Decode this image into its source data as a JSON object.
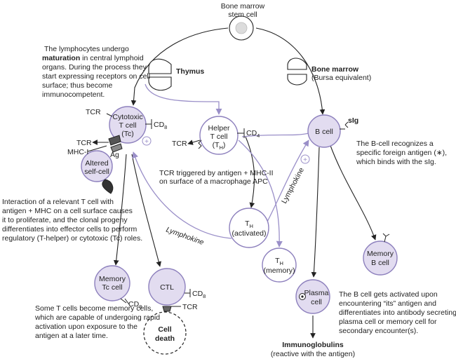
{
  "colors": {
    "cell_fill": "#e2dcf0",
    "cell_stroke": "#8d80bd",
    "line_dark": "#222222",
    "line_purple": "#9a8fc8",
    "stem_fill": "#dcdcdc"
  },
  "labels": {
    "bone_marrow_stem_1": "Bone marrow",
    "bone_marrow_stem_2": "stem cell",
    "thymus": "Thymus",
    "bone_marrow_bold": "Bone marrow",
    "bursa": "(Bursa equivalent)",
    "maturation_1": "The lymphocytes undergo",
    "maturation_2a": "maturation",
    "maturation_2b": " in central lymphoid",
    "maturation_3": "organs. During the process they",
    "maturation_4": "start expressing receptors on cell",
    "maturation_5": "surface; thus become",
    "maturation_6": "immunocompetent.",
    "tc_line1": "Cytotoxic",
    "tc_line2": "T cell",
    "tc_line3": "(Tc)",
    "tcr_top": "TCR",
    "cd8_top": "CD",
    "cd8_sub": "8",
    "tcr_left": "TCR",
    "mhc_i": "MHC-I",
    "ag": "Ag",
    "altered_1": "Altered",
    "altered_2": "self-cell",
    "helper_1": "Helper",
    "helper_2": "T cell",
    "helper_3": "(T",
    "helper_3_sub": "H",
    "helper_3_end": ")",
    "cd4": "CD",
    "cd4_sub": "4",
    "tcr_helper": "TCR",
    "tcr_triggered_1": "TCR triggered by antigen + MHC-II",
    "tcr_triggered_2": "on surface of a macrophage APC",
    "lymphokine_diag": "Lymphokine",
    "lymphokine_bottom": "Lymphokine",
    "th_act_1": "T",
    "th_act_sub": "H",
    "th_act_2": "(activated)",
    "th_mem_1": "T",
    "th_mem_sub": "H",
    "th_mem_2": "(memory)",
    "interaction_1": "Interaction of a relevant T cell with",
    "interaction_2": "antigen + MHC on a cell surface causes",
    "interaction_3": "it to proliferate, and the clonal progeny",
    "interaction_4": "differentiates into effector cells to perform",
    "interaction_5": "regulatory (T-helper) or cytotoxic (Tc) roles.",
    "bcell": "B cell",
    "sig": "sIg",
    "bcell_recog_1": "The B-cell recognizes a",
    "bcell_recog_2": "specific foreign antigen (∗),",
    "bcell_recog_3": "which binds with the sIg.",
    "memory_tc_1": "Memory",
    "memory_tc_2": "Tc cell",
    "cd8_mem": "CD",
    "cd8_mem_sub": "8",
    "ctl": "CTL",
    "cd8_ctl": "CD",
    "cd8_ctl_sub": "8",
    "tcr_ctl": "TCR",
    "cell_death_1": "Cell",
    "cell_death_2": "death",
    "memory_t_text_1": "Some T cells become memory cells,",
    "memory_t_text_2": "which are capable of undergoing rapid",
    "memory_t_text_3": "activation upon exposure to the",
    "memory_t_text_4": "antigen at a later time.",
    "plasma_1": "Plasma",
    "plasma_2": "cell",
    "memory_b_1": "Memory",
    "memory_b_2": "B cell",
    "bcell_act_1": "The B cell gets activated upon",
    "bcell_act_2": "encountering “its” antigen and",
    "bcell_act_3": "differentiates into antibody secreting",
    "bcell_act_4": "plasma cell or memory cell for",
    "bcell_act_5": "secondary encounter(s).",
    "immunoglobulins": "Immunoglobulins",
    "reactive": "(reactive with the antigen)",
    "plus": "+"
  }
}
